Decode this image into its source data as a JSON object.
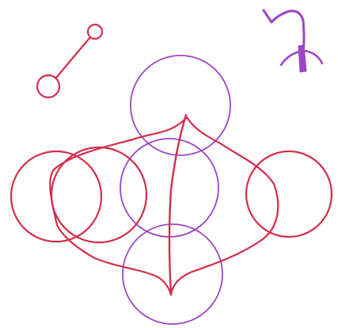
{
  "drawing": {
    "background_color": "#ffffff",
    "ink_colors": {
      "red": "#d42e4b",
      "purple": "#9c45c6"
    },
    "elements": [
      "dumbbell-glyph",
      "sigil-glyph",
      "vesica-outline",
      "left-outer-circle",
      "left-inner-circle",
      "right-circle",
      "top-circle",
      "middle-circle",
      "bottom-circle",
      "central-vertical-stroke"
    ]
  }
}
